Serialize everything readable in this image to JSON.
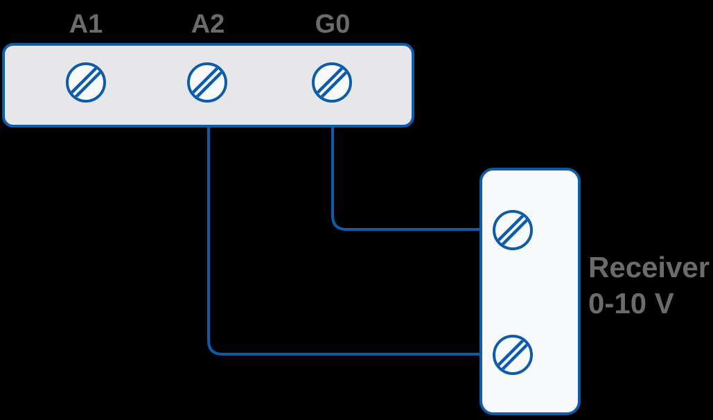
{
  "colors": {
    "background": "#000000",
    "wire_blue": "#0d5ba9",
    "block_fill": "#e7e7e9",
    "receiver_fill": "#f8f9fa",
    "terminal_fill": "#f8f9fa",
    "label_gray": "#6b6b6b"
  },
  "terminal_block": {
    "terminals": [
      {
        "label": "A1"
      },
      {
        "label": "A2"
      },
      {
        "label": "G0"
      }
    ]
  },
  "receiver": {
    "label_line1": "Receiver",
    "label_line2": "0-10 V"
  },
  "connections": [
    {
      "from": "G0",
      "to": "receiver-terminal-top"
    },
    {
      "from": "A2",
      "to": "receiver-terminal-bottom"
    }
  ]
}
